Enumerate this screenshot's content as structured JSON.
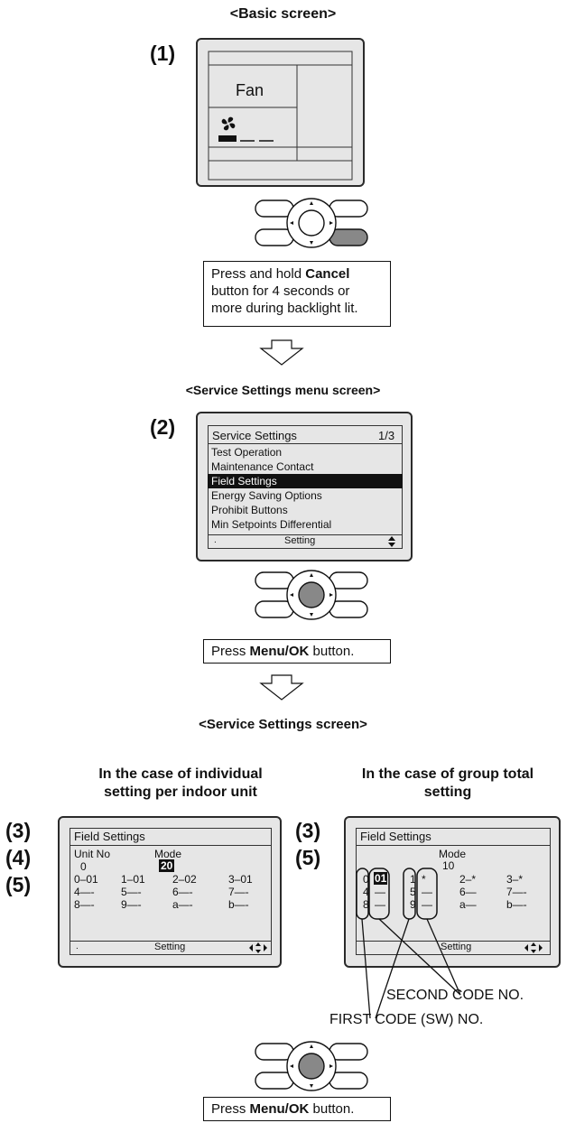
{
  "headings": {
    "basic": "<Basic screen>",
    "service_menu": "<Service Settings menu screen>",
    "service": "<Service Settings screen>",
    "individual": [
      "In the case of individual",
      "setting per indoor unit"
    ],
    "group": [
      "In the case of group total",
      "setting"
    ]
  },
  "steps": {
    "s1": "(1)",
    "s2": "(2)",
    "s3a": "(3)",
    "s4": "(4)",
    "s5a": "(5)",
    "s3b": "(3)",
    "s5b": "(5)"
  },
  "basic_screen": {
    "mode": "Fan"
  },
  "instructions": {
    "cancel": {
      "pre": "Press and hold ",
      "bold": "Cancel",
      "post1": " button for 4 seconds or",
      "post2": "more during backlight lit."
    },
    "menu_ok_1": {
      "pre": "Press ",
      "bold": "Menu/OK",
      "post": " button."
    },
    "menu_ok_2": {
      "pre": "Press ",
      "bold": "Menu/OK",
      "post": " button."
    }
  },
  "menu_screen": {
    "title": "Service Settings",
    "page": "1/3",
    "items": [
      "Test Operation",
      "Maintenance Contact",
      "Field Settings",
      "Energy Saving Options",
      "Prohibit Buttons",
      "Min Setpoints Differential"
    ],
    "selected_index": 2,
    "footer": "Setting",
    "footer_dot": "."
  },
  "field_individual": {
    "title": "Field Settings",
    "unit_no_label": "Unit No",
    "unit_no": "0",
    "mode_label": "Mode",
    "mode_value": "20",
    "grid": [
      [
        "0–01",
        "1–01",
        "2–02",
        "3–01"
      ],
      [
        "4—-",
        "5—-",
        "6—-",
        "7—-"
      ],
      [
        "8—-",
        "9—-",
        "a—-",
        "b—-"
      ]
    ],
    "footer": "Setting",
    "footer_dot": "."
  },
  "field_group": {
    "title": "Field Settings",
    "mode_label": "Mode",
    "mode_value": "10",
    "first_codes": [
      "0",
      "4",
      "8"
    ],
    "second_codes": [
      "01",
      "—",
      "—"
    ],
    "first_codes_b": [
      "1",
      "5",
      "9"
    ],
    "second_codes_b": [
      "*",
      "—",
      "—"
    ],
    "cols": [
      [
        "2–*",
        "6—",
        "a—"
      ],
      [
        "3–*",
        "7—-",
        "b—-"
      ]
    ],
    "footer": "Setting"
  },
  "callouts": {
    "second_code": "SECOND CODE NO.",
    "first_code": "FIRST CODE (SW) NO."
  },
  "icons": {
    "fan": "fan-icon",
    "updown": "up-down-arrow-icon",
    "four_way": "four-way-arrow-icon"
  }
}
